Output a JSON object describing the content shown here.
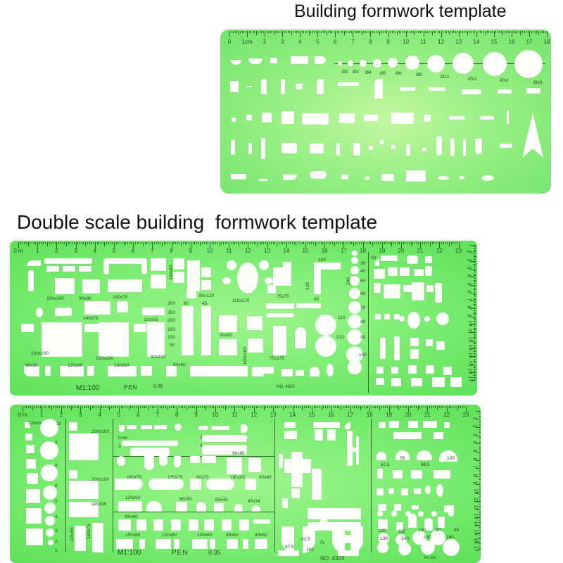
{
  "titles": {
    "building": "Building formwork template",
    "double": "Double scale building  formwork template"
  },
  "colors": {
    "stencil_green": "#6fe86b",
    "stencil_center": "#c4f7a2",
    "background": "#ffffff",
    "print": "#234d20"
  },
  "template_1": {
    "ruler": [
      "0",
      "1cm",
      "2",
      "3",
      "4",
      "5",
      "6",
      "7",
      "8",
      "9",
      "10",
      "11",
      "12",
      "13",
      "14",
      "15",
      "16",
      "17",
      "18"
    ],
    "circle_labels": [
      "Ø2",
      "Ø3",
      "Ø4",
      "Ø5",
      "Ø6",
      "Ø8",
      "Ø10",
      "Ø12",
      "Ø14",
      "Ø16"
    ]
  },
  "template_2": {
    "ruler": [
      "0 m",
      "1",
      "2",
      "3",
      "4",
      "5",
      "6",
      "7",
      "8",
      "9",
      "10",
      "11",
      "12",
      "13",
      "14",
      "15",
      "16",
      "17",
      "18",
      "19",
      "20",
      "21",
      "22",
      "23"
    ],
    "side_ruler": [
      "1",
      "2",
      "3",
      "4",
      "5",
      "6",
      "7",
      "8",
      "9",
      "10",
      "11",
      "12",
      "13",
      "14",
      "15",
      "16",
      "17"
    ],
    "labels": [
      "100x100",
      "90x90",
      "180x70",
      "80x120",
      "110x170",
      "75x75",
      "150",
      "120",
      "80",
      "140x70",
      "110x55",
      "300",
      "60",
      "45",
      "250",
      "200",
      "150",
      "100",
      "50",
      "90x90",
      "100x100",
      "75x175",
      "200x200",
      "150x190",
      "90x190",
      "90x50",
      "120x60",
      "150x60",
      "60x60",
      "110",
      "120",
      "20",
      "30",
      "40",
      "50",
      "60",
      "70",
      "80",
      "90",
      "100",
      "200",
      "300x80"
    ],
    "footer": {
      "scale": "M1:100",
      "pen": "PEN",
      "pen_size": "0.35",
      "number": "NO. 4323"
    }
  },
  "template_3": {
    "ruler": [
      "0 m",
      "1",
      "2",
      "3",
      "4",
      "5",
      "6",
      "7",
      "8",
      "9",
      "10",
      "11",
      "12",
      "13",
      "14",
      "15",
      "16",
      "17",
      "18",
      "19",
      "20",
      "21",
      "22",
      "23"
    ],
    "side_ruler": [
      "1",
      "2",
      "3",
      "4",
      "5",
      "6",
      "7",
      "8",
      "9",
      "10",
      "11",
      "12",
      "13",
      "14",
      "15",
      "16",
      "17"
    ],
    "labels": [
      "200x200",
      "200x100",
      "190x90",
      "110x55",
      "140x75",
      "1mm",
      "2",
      "3",
      "4",
      "90x90",
      "160x75",
      "170x75",
      "80x75",
      "180x85",
      "80x80",
      "120x60",
      "60x50",
      "60x45",
      "45x34",
      "60x60",
      "150x60",
      "120x60",
      "100x60",
      "90x60",
      "90x60",
      "62.5",
      "87.5",
      "75",
      "100",
      "62.5",
      "88.5",
      "76",
      "100",
      "12mm",
      "10",
      "9",
      "8",
      "6",
      "5",
      "4",
      "3",
      "2",
      "1",
      "120",
      "110",
      "100",
      "90",
      "85",
      "130",
      "140",
      "150",
      "160"
    ],
    "footer": {
      "scale": "M1:100",
      "pen": "PEN",
      "pen_size": "0.35",
      "number": "NO. 4324",
      "mini_scale": "M1:200"
    }
  }
}
